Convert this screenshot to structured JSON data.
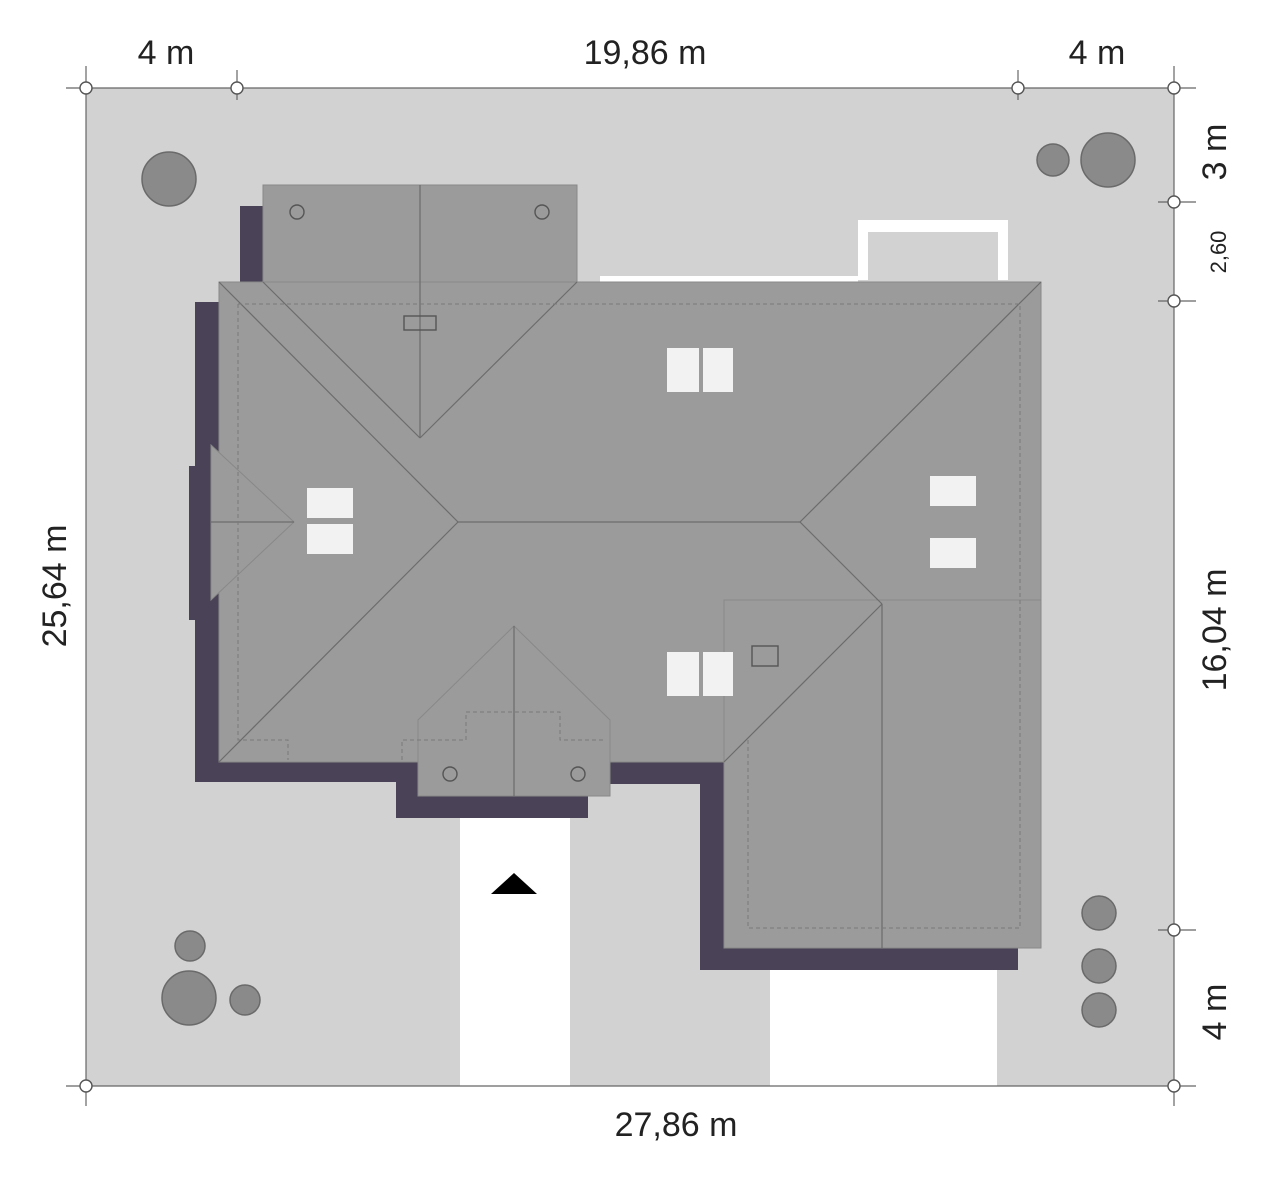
{
  "dimensions": {
    "top_left": "4 m",
    "top_center": "19,86 m",
    "top_right": "4 m",
    "right_top": "3 m",
    "right_second": "2,60",
    "right_middle": "16,04 m",
    "right_bottom": "4 m",
    "left": "25,64 m",
    "bottom": "27,86 m"
  },
  "colors": {
    "plot": "#d2d2d2",
    "path": "#ffffff",
    "roof": "#9b9b9b",
    "walls": "#4a4358",
    "skylight": "#f2f2f2",
    "tree": "#8a8a8a",
    "entrance_arrow": "#000000"
  },
  "icons": {
    "entrance": "entrance-arrow-icon",
    "tree": "tree-icon"
  }
}
